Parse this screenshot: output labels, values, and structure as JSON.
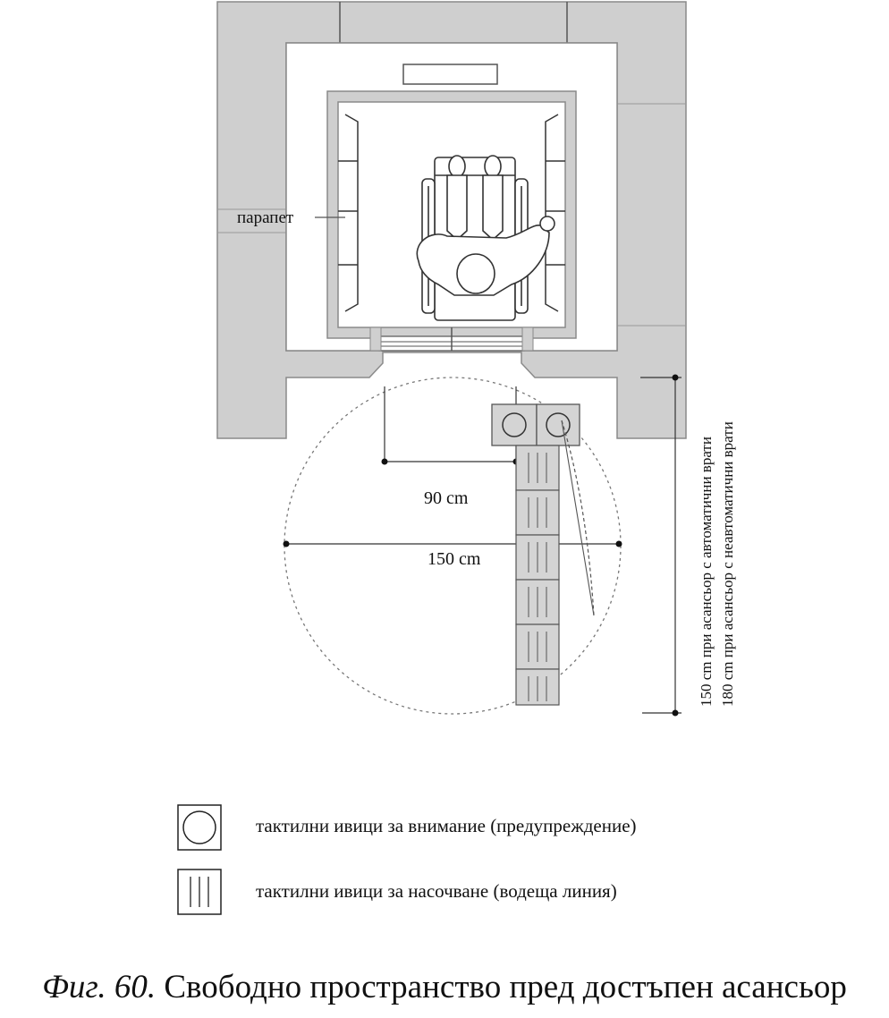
{
  "labels": {
    "parapet": "парапет",
    "width_90": "90 cm",
    "width_150": "150 cm",
    "depth_automatic": "150 cm при асансьор с автоматични врати",
    "depth_manual": "180 cm при асансьор с неавтоматични врати"
  },
  "legend": {
    "warning": "тактилни ивици за внимание (предупреждение)",
    "guiding": "тактилни ивици за насочване (водеща линия)"
  },
  "caption": {
    "number": "Фиг. 60.",
    "text": " Свободно пространство пред достъпен асансьор"
  },
  "colors": {
    "wall": "#cfcfcf",
    "wall_stroke": "#8a8a8a",
    "line": "#222222",
    "tile": "#d4d4d4"
  }
}
